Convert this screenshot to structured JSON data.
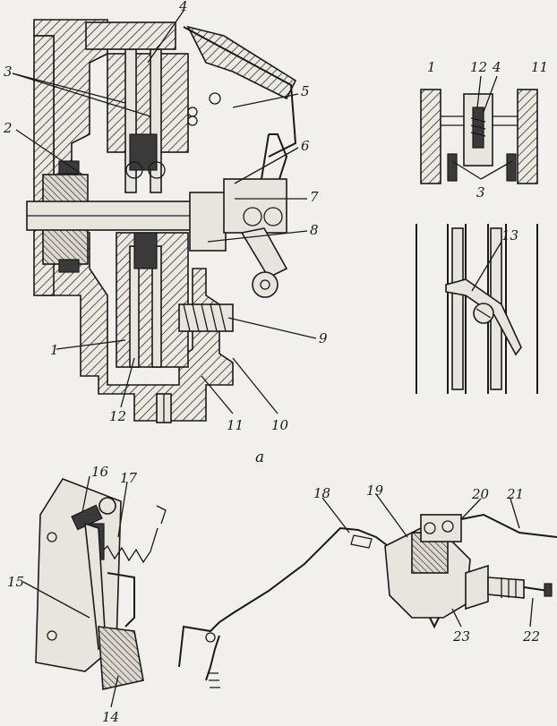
{
  "figure": {
    "panel_label": "а",
    "callouts": [
      "1",
      "2",
      "3",
      "4",
      "5",
      "6",
      "7",
      "8",
      "9",
      "10",
      "11",
      "12",
      "13",
      "14",
      "15",
      "16",
      "17",
      "18",
      "19",
      "20",
      "21",
      "22",
      "23"
    ]
  }
}
